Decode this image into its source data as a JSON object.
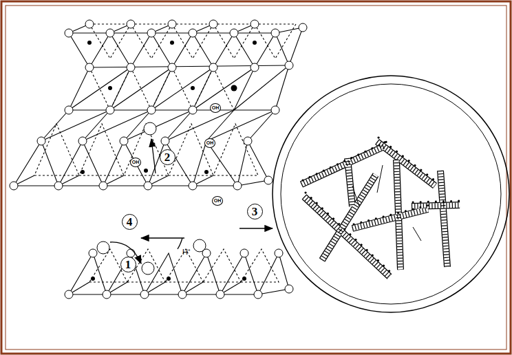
{
  "diagram": {
    "labels": [
      "OH",
      "OH",
      "OH",
      "2",
      "OH",
      "4",
      "3",
      "H⁺",
      "1"
    ]
  }
}
